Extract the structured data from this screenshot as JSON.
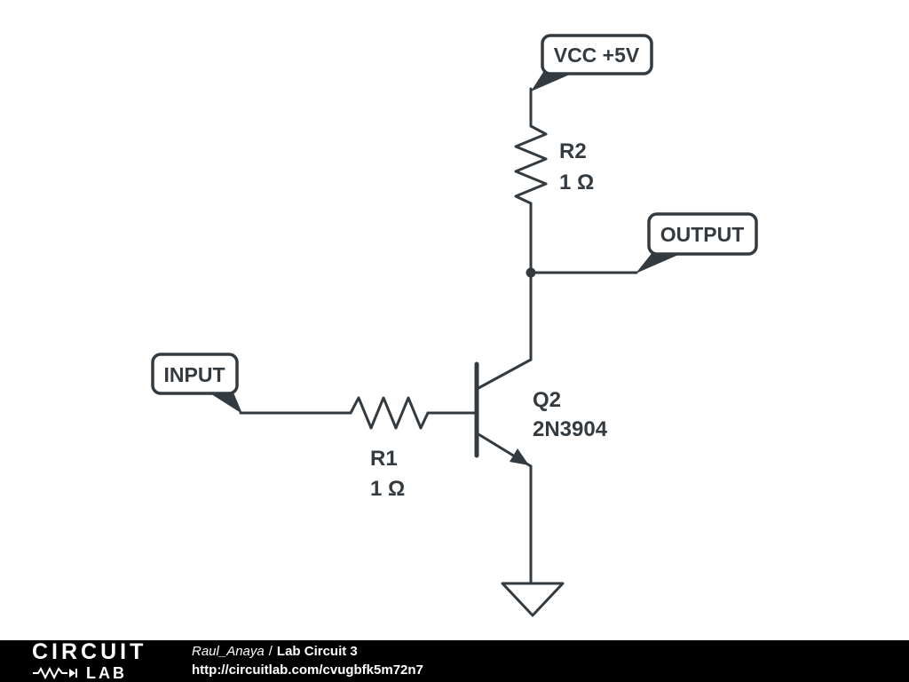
{
  "colors": {
    "stroke": "#343b40",
    "background": "#ffffff",
    "footer_background": "#000000",
    "footer_text": "#ffffff"
  },
  "schematic": {
    "flags": {
      "vcc": {
        "label": "VCC +5V"
      },
      "output": {
        "label": "OUTPUT"
      },
      "input": {
        "label": "INPUT"
      }
    },
    "components": {
      "r2": {
        "designator": "R2",
        "value": "1 Ω"
      },
      "r1": {
        "designator": "R1",
        "value": "1 Ω"
      },
      "q2": {
        "designator": "Q2",
        "part": "2N3904"
      }
    }
  },
  "footer": {
    "logo": {
      "line1": "CIRCUIT",
      "line2": "LAB"
    },
    "author": "Raul_Anaya",
    "separator": "/",
    "title": "Lab Circuit 3",
    "url": "http://circuitlab.com/cvugbfk5m72n7"
  }
}
